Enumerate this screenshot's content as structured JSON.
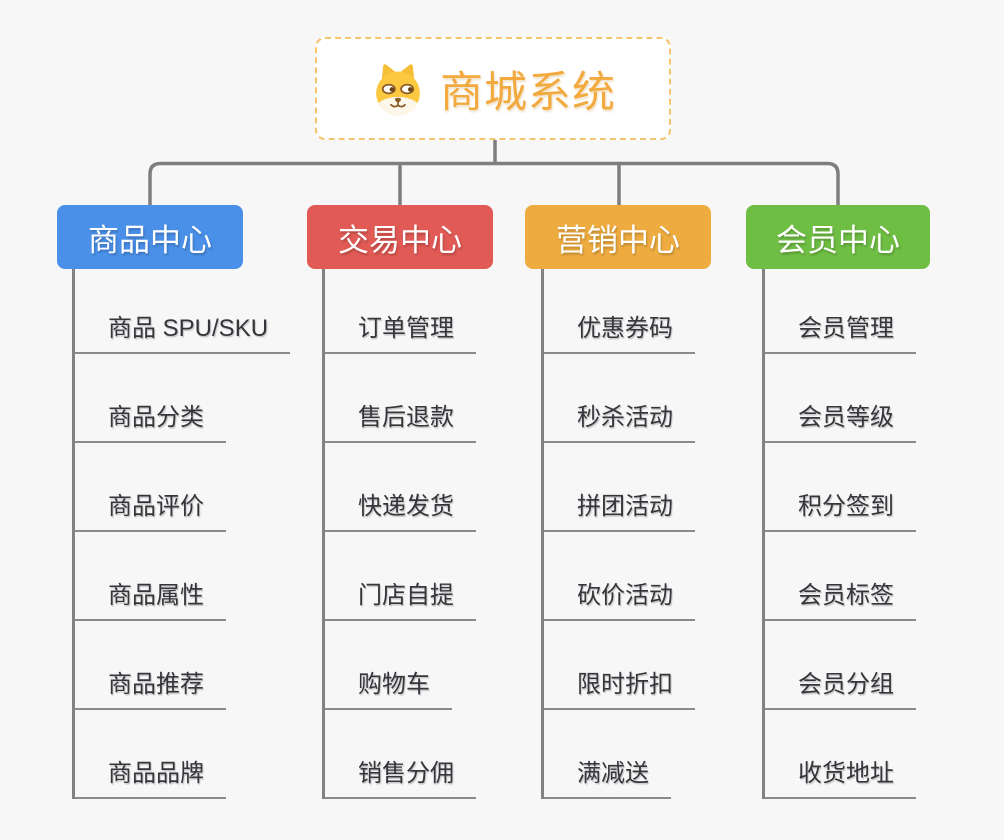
{
  "root": {
    "title": "商城系统",
    "icon": "dog-face-icon"
  },
  "branches": [
    {
      "label": "商品中心",
      "color": "#4A90E8",
      "children": [
        "商品 SPU/SKU",
        "商品分类",
        "商品评价",
        "商品属性",
        "商品推荐",
        "商品品牌"
      ]
    },
    {
      "label": "交易中心",
      "color": "#E15A55",
      "children": [
        "订单管理",
        "售后退款",
        "快递发货",
        "门店自提",
        "购物车",
        "销售分佣"
      ]
    },
    {
      "label": "营销中心",
      "color": "#EEAC40",
      "children": [
        "优惠券码",
        "秒杀活动",
        "拼团活动",
        "砍价活动",
        "限时折扣",
        "满减送"
      ]
    },
    {
      "label": "会员中心",
      "color": "#6FBE44",
      "children": [
        "会员管理",
        "会员等级",
        "积分签到",
        "会员标签",
        "会员分组",
        "收货地址"
      ]
    }
  ],
  "colors": {
    "background": "#F7F7F7",
    "connector": "#7E7E7E",
    "underline": "#8A8A8A",
    "root_border": "#F6C36E",
    "root_title": "#F2A93E",
    "child_text": "#35353B"
  }
}
